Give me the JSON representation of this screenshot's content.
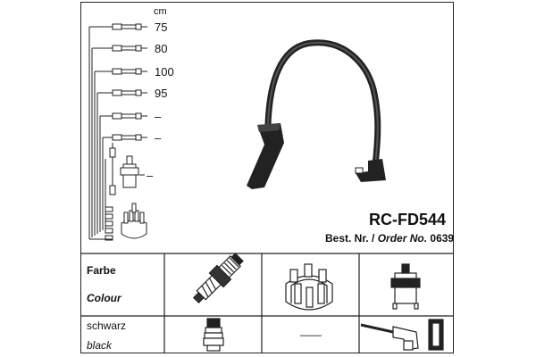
{
  "header": {
    "unit": "cm"
  },
  "cable_lengths": [
    "75",
    "80",
    "100",
    "95",
    "–",
    "–",
    "–"
  ],
  "product": {
    "model": "RC-FD544",
    "order_prefix": "Best. Nr. /",
    "order_label": "Order No.",
    "order_number": "0639"
  },
  "table": {
    "row1_label_de": "Farbe",
    "row1_label_en": "Colour",
    "row2_label_de": "schwarz",
    "row2_label_en": "black",
    "row2_cell3": "——"
  }
}
